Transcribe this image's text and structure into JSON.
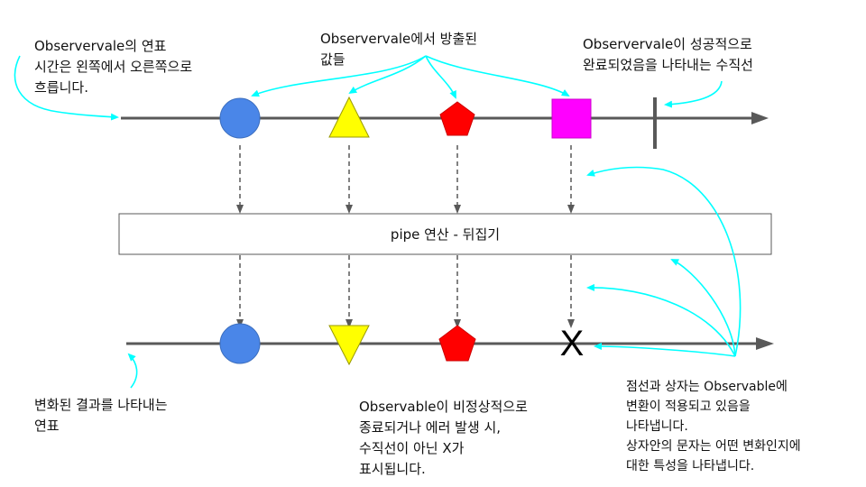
{
  "operator_label": "pipe 연산 - 뒤집기",
  "annotations": {
    "timeline": "Observervale의 연표\n시간은 왼쪽에서 오른쪽으로\n흐릅니다.",
    "emitted_values": "Observervale에서 방출된\n값들",
    "completion": "Observervale이 성공적으로\n완료되었음을 나타내는 수직선",
    "result_timeline": "변화된 결과를 나타내는\n연표",
    "error": "Observable이 비정상적으로\n종료되거나 에러 발생 시,\n수직선이 아닌 X가\n표시됩니다.",
    "operator_box": "점선과 상자는 Observable에\n변환이 적용되고 있음을\n나타냅니다.\n상자안의 문자는 어떤 변화인지에\n대한 특성을 나타냅니다."
  },
  "error_marker": "X",
  "colors": {
    "circle": "#4a86e8",
    "triangle": "#ffff00",
    "pentagon": "#ff0000",
    "square": "#ff00ff",
    "callout": "#00ffff",
    "axis": "#595959",
    "box_border": "#595959"
  },
  "icons": [
    "circle-marble",
    "triangle-marble",
    "pentagon-marble",
    "square-marble",
    "completion-line",
    "error-x-icon"
  ]
}
